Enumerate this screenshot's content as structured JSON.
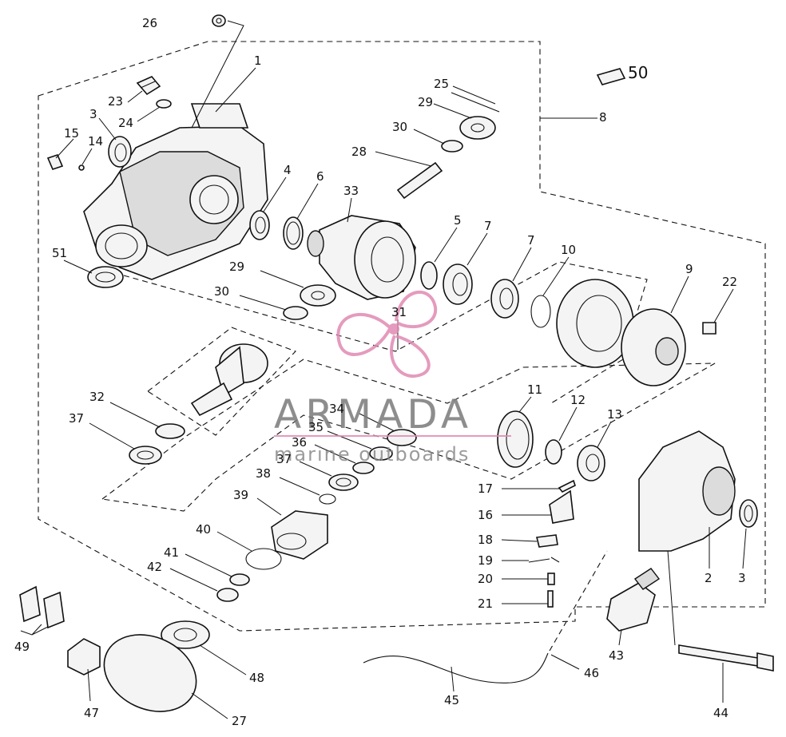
{
  "watermark": {
    "brand": "ARMADA",
    "tagline": "marine outboards",
    "accent_color": "#e08ab3"
  },
  "callouts": {
    "c1": "1",
    "c2": "2",
    "c3a": "3",
    "c3b": "3",
    "c4": "4",
    "c5": "5",
    "c6": "6",
    "c7a": "7",
    "c7b": "7",
    "c8": "8",
    "c9": "9",
    "c10": "10",
    "c11": "11",
    "c12": "12",
    "c13": "13",
    "c14": "14",
    "c15": "15",
    "c16": "16",
    "c17": "17",
    "c18": "18",
    "c19": "19",
    "c20": "20",
    "c21": "21",
    "c22": "22",
    "c23": "23",
    "c24": "24",
    "c25": "25",
    "c26": "26",
    "c27": "27",
    "c28": "28",
    "c29a": "29",
    "c29b": "29",
    "c30a": "30",
    "c30b": "30",
    "c31": "31",
    "c32": "32",
    "c33": "33",
    "c34": "34",
    "c35": "35",
    "c36": "36",
    "c37a": "37",
    "c37b": "37",
    "c38": "38",
    "c39": "39",
    "c40": "40",
    "c41": "41",
    "c42": "42",
    "c43": "43",
    "c44": "44",
    "c45": "45",
    "c46": "46",
    "c47": "47",
    "c48": "48",
    "c49": "49",
    "c50": "50",
    "c51": "51"
  }
}
